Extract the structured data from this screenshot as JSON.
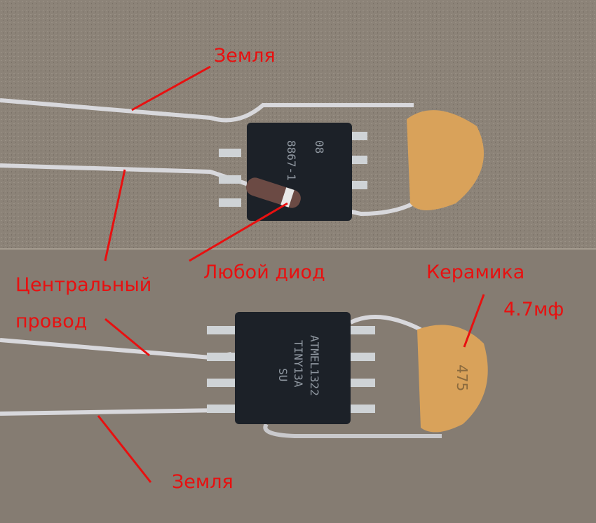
{
  "labels": {
    "ground_top": "Земля",
    "central_line1": "Центральный",
    "central_line2": "провод",
    "any_diode": "Любой диод",
    "ceramic": "Керамика",
    "ceramic_value": "4.7мф",
    "ground_bottom": "Земля"
  },
  "markings": {
    "top_chip": "8867-1",
    "top_chip_code": "08",
    "bottom_chip_line1": "ATMEL1322",
    "bottom_chip_line2": "TINY13A",
    "bottom_chip_line3": "SU",
    "capacitor_code": "475"
  },
  "colors": {
    "annotation": "#e81010",
    "background": "#8a8176",
    "capacitor": "#d9a25a",
    "chip": "#1c2128",
    "wire": "#d8d8dc"
  }
}
